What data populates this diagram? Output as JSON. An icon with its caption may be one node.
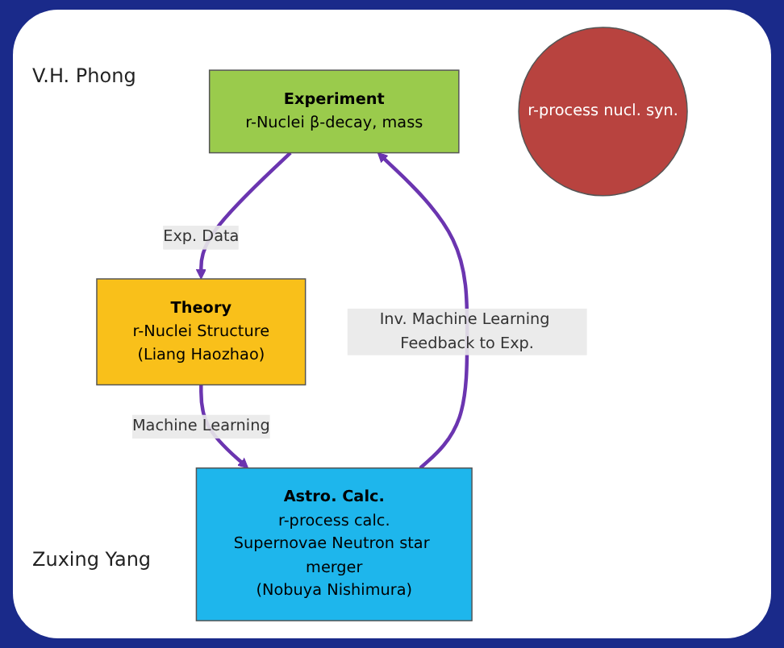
{
  "diagram": {
    "nodes": [
      {
        "text": [
          "Experiment",
          "r-Nuclei β-decay, mass"
        ]
      },
      {
        "text": [
          "Theory",
          "r-Nuclei Structure",
          "(Liang Haozhao)"
        ]
      },
      {
        "text": [
          "Astro. Calc.",
          "r-process calc.",
          "Supernovae Neutron star merger",
          "(Nobuya Nishimura)"
        ]
      },
      {
        "text": [
          "r-process nucl. syn."
        ]
      }
    ],
    "edges": [
      {
        "from": 0,
        "to": 1,
        "arrow": "to",
        "label": "Exp. Data"
      },
      {
        "from": 1,
        "to": 2,
        "arrow": "to",
        "label": "Machine Learning"
      },
      {
        "from": 2,
        "to": 0,
        "arrow": "to",
        "label": "Inv. Machine Learning Feedback to Exp."
      }
    ],
    "labels": [
      "V.H. Phong",
      "Zuxing Yang"
    ]
  }
}
